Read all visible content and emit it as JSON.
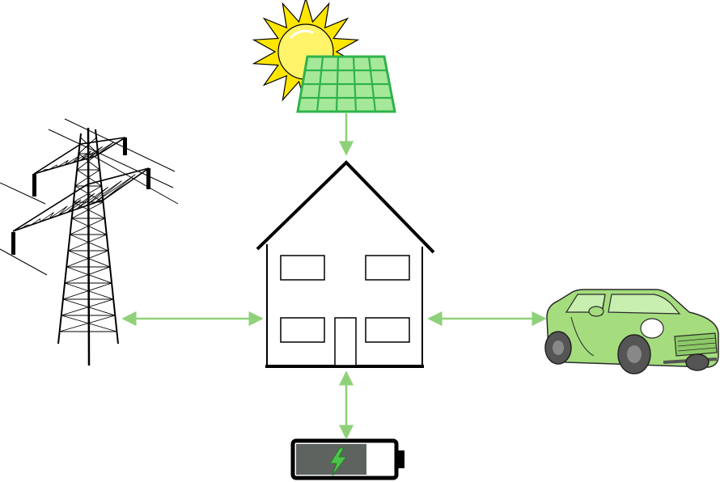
{
  "diagram": {
    "nodes": [
      {
        "id": "sun",
        "icon": "sun-icon"
      },
      {
        "id": "solar-panel",
        "icon": "solar-panel-icon"
      },
      {
        "id": "house",
        "icon": "house-icon"
      },
      {
        "id": "power-pylon",
        "icon": "power-pylon-icon"
      },
      {
        "id": "electric-car",
        "icon": "electric-car-icon"
      },
      {
        "id": "battery",
        "icon": "battery-icon"
      }
    ],
    "edges": [
      {
        "from": "solar-panel",
        "to": "house",
        "direction": "one-way"
      },
      {
        "from": "power-pylon",
        "to": "house",
        "direction": "two-way"
      },
      {
        "from": "house",
        "to": "electric-car",
        "direction": "two-way"
      },
      {
        "from": "house",
        "to": "battery",
        "direction": "two-way"
      }
    ]
  },
  "colors": {
    "arrow": "#8fd17a",
    "sun_fill": "#ffe600",
    "sun_core": "#fff36a",
    "panel_fill": "#a6e89a",
    "panel_stroke": "#2fb34a",
    "car_body": "#a5dd7e",
    "car_dark": "#555555",
    "battery_charge": "#5f6360",
    "bolt": "#4cc24c",
    "outline": "#000000"
  }
}
